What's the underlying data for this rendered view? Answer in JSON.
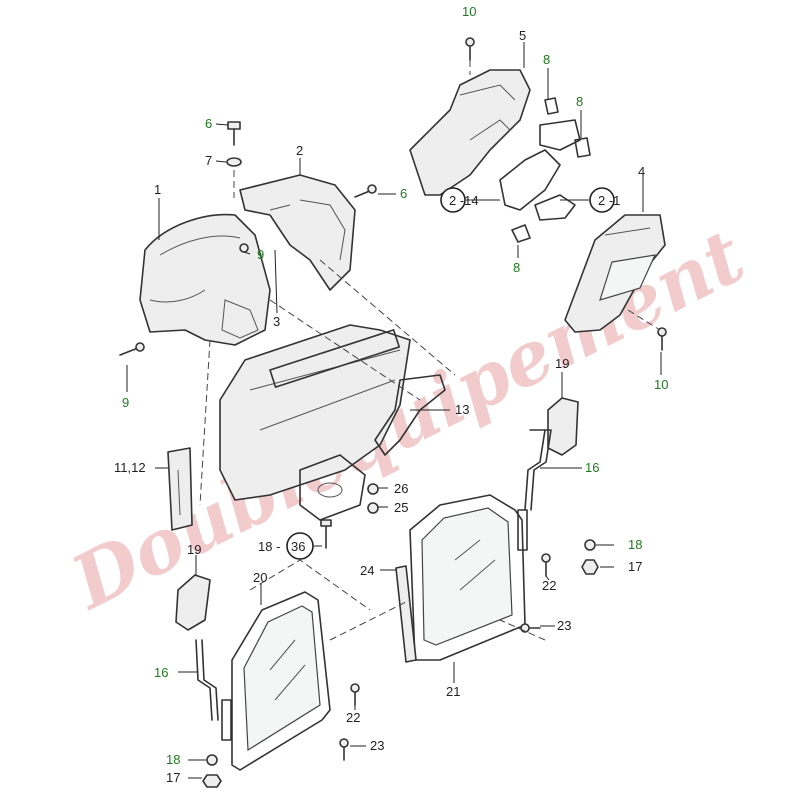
{
  "watermark": {
    "text": "Doublequipement",
    "color": "#e38f92"
  },
  "colors": {
    "line": "#333333",
    "callout_green": "#1f7a1f",
    "callout_black": "#222222"
  },
  "callouts": {
    "c1": "1",
    "c2": "2",
    "c3": "3",
    "c4": "4",
    "c5": "5",
    "c6a": "6",
    "c6b": "6",
    "c7": "7",
    "c8a": "8",
    "c8b": "8",
    "c8c": "8",
    "c9a": "9",
    "c9b": "9",
    "c10a": "10",
    "c10b": "10",
    "c11": "11,12",
    "c13": "13",
    "c14": "2 -14",
    "c2_1": "2 -1",
    "c16a": "16",
    "c16b": "16",
    "c17a": "17",
    "c17b": "17",
    "c18a": "18 -",
    "c18num": "36",
    "c18b": "18",
    "c18c": "18",
    "c19a": "19",
    "c19b": "19",
    "c20": "20",
    "c21": "21",
    "c22a": "22",
    "c22b": "22",
    "c23a": "23",
    "c23b": "23",
    "c24": "24",
    "c25": "25",
    "c26": "26"
  }
}
